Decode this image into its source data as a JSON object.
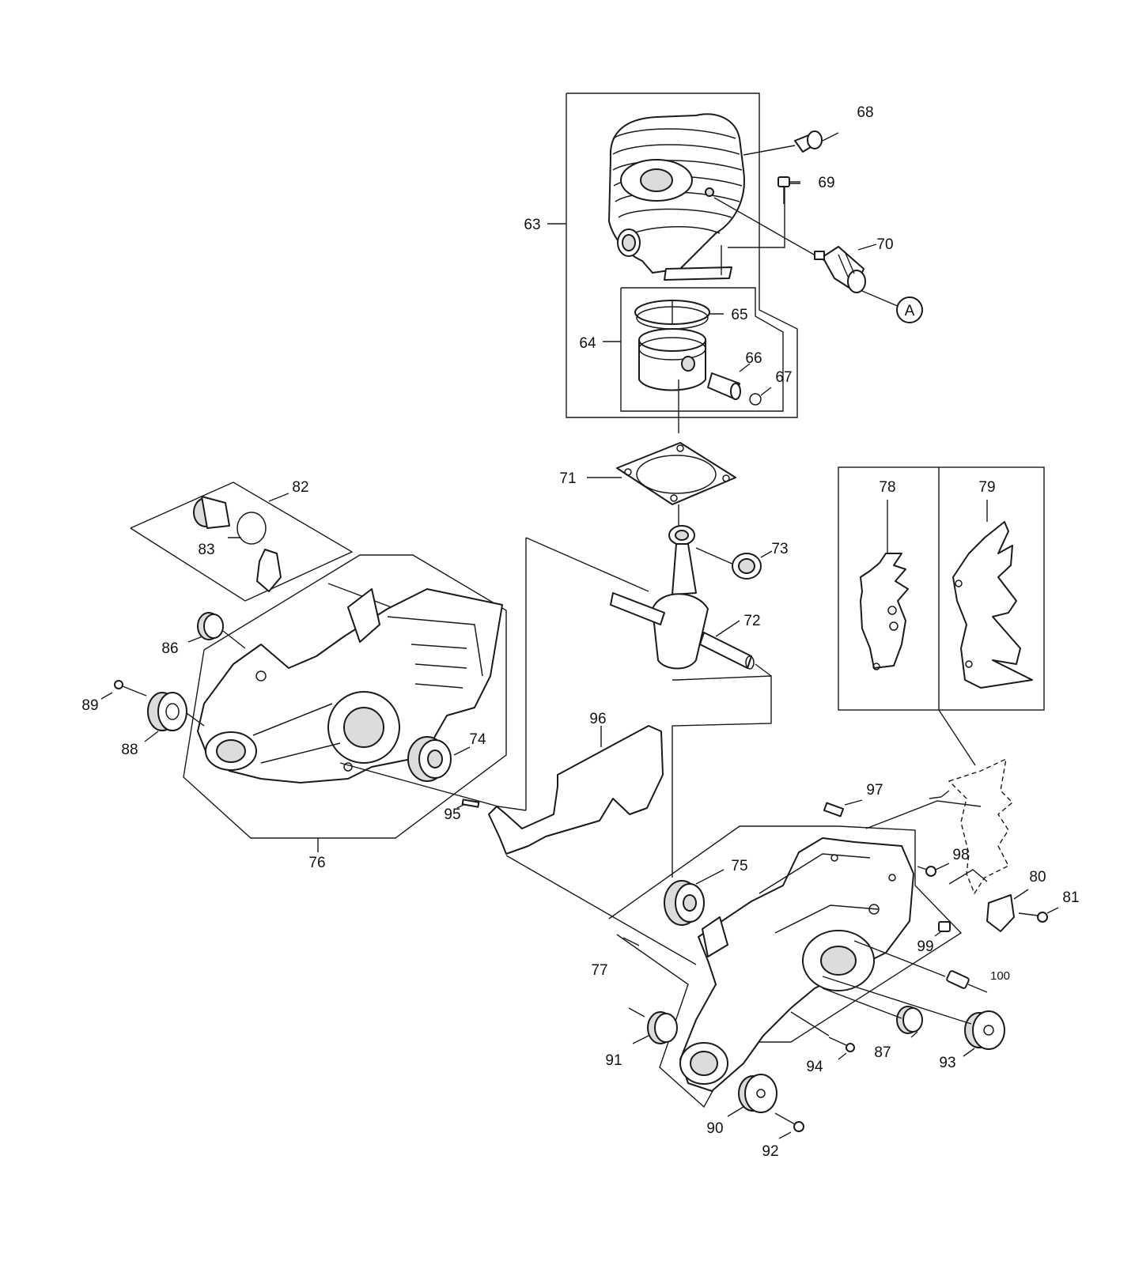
{
  "diagram": {
    "callouts": [
      "63",
      "64",
      "65",
      "66",
      "67",
      "68",
      "69",
      "70",
      "71",
      "72",
      "73",
      "74",
      "75",
      "76",
      "77",
      "78",
      "79",
      "80",
      "81",
      "82",
      "83",
      "86",
      "87",
      "88",
      "89",
      "90",
      "91",
      "92",
      "93",
      "94",
      "95",
      "96",
      "97",
      "98",
      "99",
      "100"
    ],
    "reference_marker": "A"
  }
}
